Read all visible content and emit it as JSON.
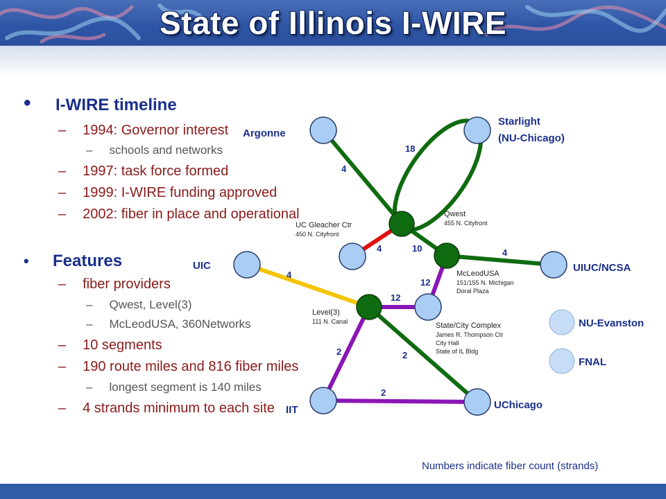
{
  "title": "State of Illinois I-WIRE",
  "timeline": {
    "heading": "I-WIRE timeline",
    "items": [
      {
        "text": "1994: Governor interest",
        "sub": [
          "schools and networks"
        ]
      },
      {
        "text": "1997: task force formed",
        "sub": []
      },
      {
        "text": "1999: I-WIRE funding approved",
        "sub": []
      },
      {
        "text": "2002: fiber in place and operational",
        "sub": []
      }
    ]
  },
  "features": {
    "heading": "Features",
    "items": [
      {
        "text": "fiber providers",
        "sub": [
          "Qwest, Level(3)",
          "McLeodUSA, 360Networks"
        ]
      },
      {
        "text": "10 segments",
        "sub": []
      },
      {
        "text": "190 route miles and 816 fiber miles",
        "sub": [
          "longest segment is 140 miles"
        ]
      },
      {
        "text": "4 strands minimum to each site",
        "sub": []
      }
    ]
  },
  "sites": {
    "argonne": "Argonne",
    "starlight_1": "Starlight",
    "starlight_2": "(NU-Chicago)",
    "uic": "UIC",
    "uiuc": "UIUC/NCSA",
    "nu_evanston": "NU-Evanston",
    "fnal": "FNAL",
    "uchicago": "UChicago",
    "iit": "IIT"
  },
  "hubs": {
    "gleacher_1": "UC Gleacher Ctr",
    "gleacher_2": "450 N. Cityfront",
    "qwest_1": "Qwest",
    "qwest_2": "455 N. Cityfront",
    "mcleod_1": "McLeodUSA",
    "mcleod_2": "151/155 N. Michigan",
    "mcleod_3": "Doral Plaza",
    "level3_1": "Level(3)",
    "level3_2": "111 N. Canal",
    "state_1": "State/City Complex",
    "state_2": "James R. Thompson Ctr",
    "state_3": "City Hall",
    "state_4": "State of IL Bldg"
  },
  "counts": {
    "argonne_qwest": "4",
    "starlight_loop": "18",
    "gleacher_qwest": "4",
    "qwest_mcleod": "10",
    "mcleod_uiuc": "4",
    "uic_level3": "4",
    "mcleod_state": "12",
    "level3_state": "12",
    "level3_iit": "2",
    "level3_uchicago": "2",
    "iit_uchicago": "2"
  },
  "colors": {
    "green": "#0f6b0f",
    "purple": "#8a16b5",
    "yellow": "#f5c400",
    "red": "#e01010",
    "node_light": "#a9cdf5",
    "node_hub": "#0f6b0f"
  },
  "legend_note": "Numbers indicate fiber count (strands)"
}
